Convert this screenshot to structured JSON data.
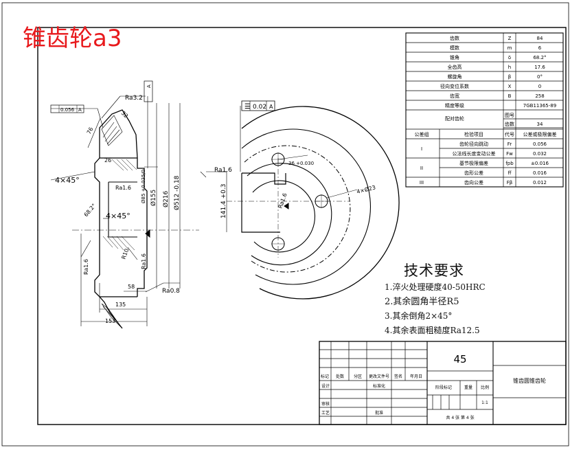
{
  "drawing": {
    "title": "锥齿轮a3",
    "material": "45",
    "part_name": "锥齿圆锥齿轮",
    "scale": "1:1",
    "sheet_count": "共 4 张 第 4 张"
  },
  "gear_params": [
    {
      "label": "齿数",
      "symbol": "Z",
      "value": "84"
    },
    {
      "label": "模数",
      "symbol": "m",
      "value": "6"
    },
    {
      "label": "锥角",
      "symbol": "δ",
      "value": "68.2°"
    },
    {
      "label": "全齿高",
      "symbol": "h",
      "value": "17.6"
    },
    {
      "label": "螺旋角",
      "symbol": "β",
      "value": "0°"
    },
    {
      "label": "径向变位系数",
      "symbol": "X",
      "value": "0"
    },
    {
      "label": "齿宽",
      "symbol": "B",
      "value": "258"
    },
    {
      "label": "精度等级",
      "symbol": "",
      "value": "7GB11365-89"
    }
  ],
  "mating": {
    "label": "配对齿轮",
    "rows": [
      {
        "k": "图号",
        "v": ""
      },
      {
        "k": "齿数",
        "v": "34"
      }
    ]
  },
  "tolerance_header": [
    "公差组",
    "检验项目",
    "代号",
    "公差或极限偏差"
  ],
  "tolerances": [
    {
      "group": "I",
      "item": "齿轮径向跳动",
      "code": "Fr",
      "value": "0.056"
    },
    {
      "group": "",
      "item": "公法线长度变动公差",
      "code": "Fw",
      "value": "0.032"
    },
    {
      "group": "II",
      "item": "基节极限偏差",
      "code": "fpb",
      "value": "±0.016"
    },
    {
      "group": "",
      "item": "齿形公差",
      "code": "ff",
      "value": "0.016"
    },
    {
      "group": "III",
      "item": "齿向公差",
      "code": "Fβ",
      "value": "0.012"
    }
  ],
  "tech_req": {
    "title": "技术要求",
    "lines": [
      "1.淬火处理硬度40-50HRC",
      "2.其余圆角半径R5",
      "3.其余倒角2×45°",
      "4.其余表面粗糙度Ra12.5"
    ]
  },
  "title_block": {
    "row_labels": [
      "标记",
      "处数",
      "分区",
      "更改文件号",
      "签名",
      "年月日"
    ],
    "left_labels": [
      "设计",
      "审核",
      "工艺"
    ],
    "mid_labels": [
      "标准化",
      "批准"
    ],
    "stage_labels": [
      "阶段标记",
      "重量",
      "比例"
    ]
  },
  "dims": {
    "ra32": "Ra3.2",
    "gdt1_val": "0.056",
    "gdt1_ref": "A",
    "datum_a": "A",
    "d76": "76",
    "d32": "32",
    "d26": "26",
    "c4x45_a": "4×45°",
    "c4x45_b": "4×45°",
    "ra16_a": "Ra1.6",
    "ra16_b": "Ra1.6",
    "ra16_c": "Ra1.6",
    "ra16_d": "Ra1.6",
    "phi85": "Ø85 +0.035/0",
    "phi155": "Ø155",
    "phi216": "Ø216",
    "phi512": "Ø512 -0.18",
    "ang": "68.2°",
    "r10": "R10",
    "d58": "58",
    "d135": "135",
    "d153": "153",
    "ra08": "Ra0.8",
    "gdt2_val": "0.02",
    "gdt2_ref": "A",
    "d36": "36 +0.030",
    "d1414": "141.4 +0.3",
    "phi233": "4×Ø23",
    "ra16_e": "Ra1.6"
  }
}
